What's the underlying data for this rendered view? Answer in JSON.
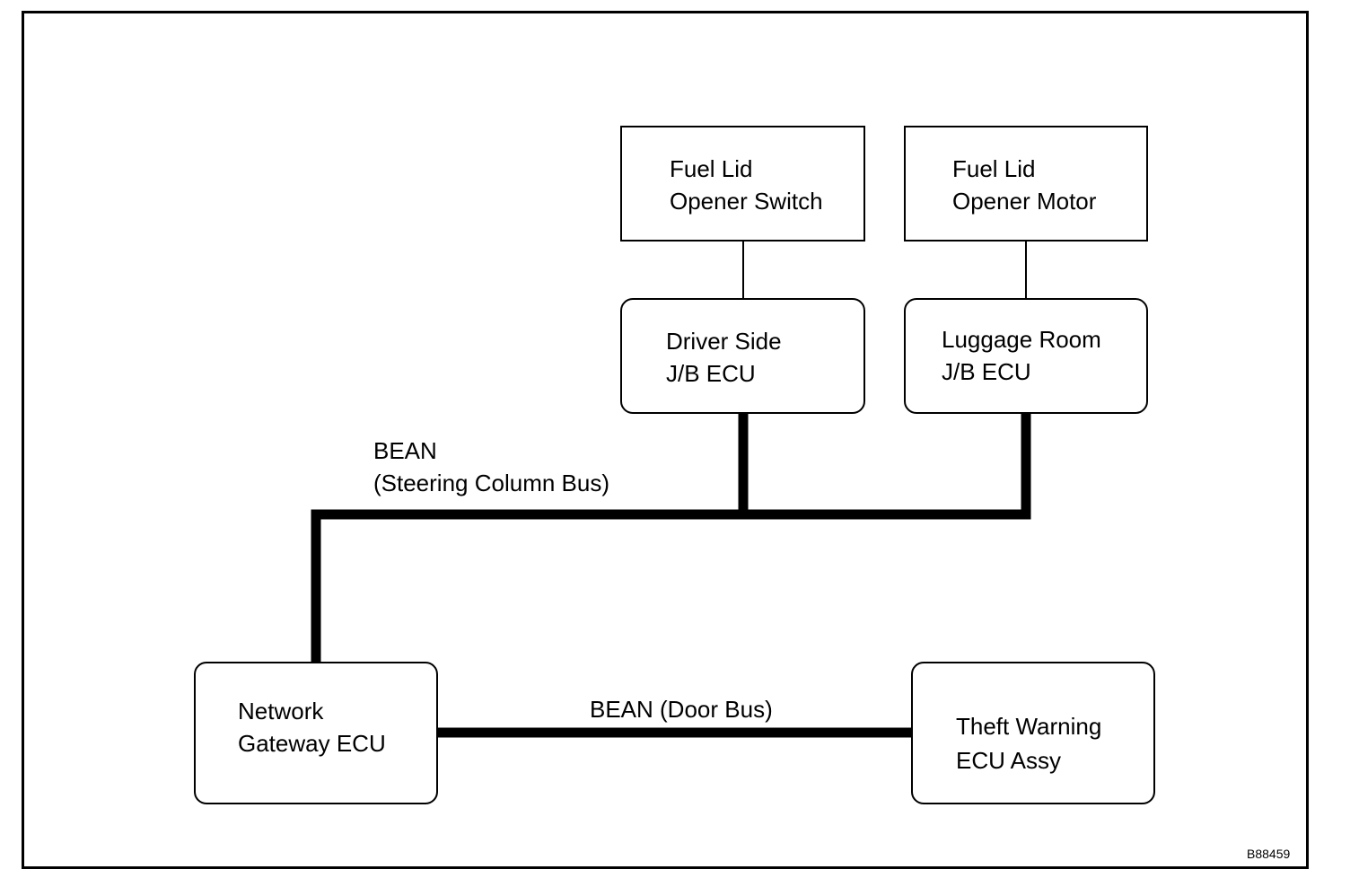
{
  "diagram": {
    "nodes": {
      "fuel_lid_opener_switch": {
        "line1": "Fuel Lid",
        "line2": "Opener Switch"
      },
      "fuel_lid_opener_motor": {
        "line1": "Fuel Lid",
        "line2": "Opener Motor"
      },
      "driver_side_jb_ecu": {
        "line1": "Driver Side",
        "line2": "J/B ECU"
      },
      "luggage_room_jb_ecu": {
        "line1": "Luggage Room",
        "line2": "J/B ECU"
      },
      "network_gateway_ecu": {
        "line1": "Network",
        "line2": "Gateway ECU"
      },
      "theft_warning_ecu_assy": {
        "line1": "Theft Warning",
        "line2": "ECU Assy"
      }
    },
    "buses": {
      "steering_column_bus": {
        "line1": "BEAN",
        "line2": "(Steering Column Bus)"
      },
      "door_bus": {
        "text": "BEAN (Door Bus)"
      }
    },
    "figure_id": "B88459"
  }
}
